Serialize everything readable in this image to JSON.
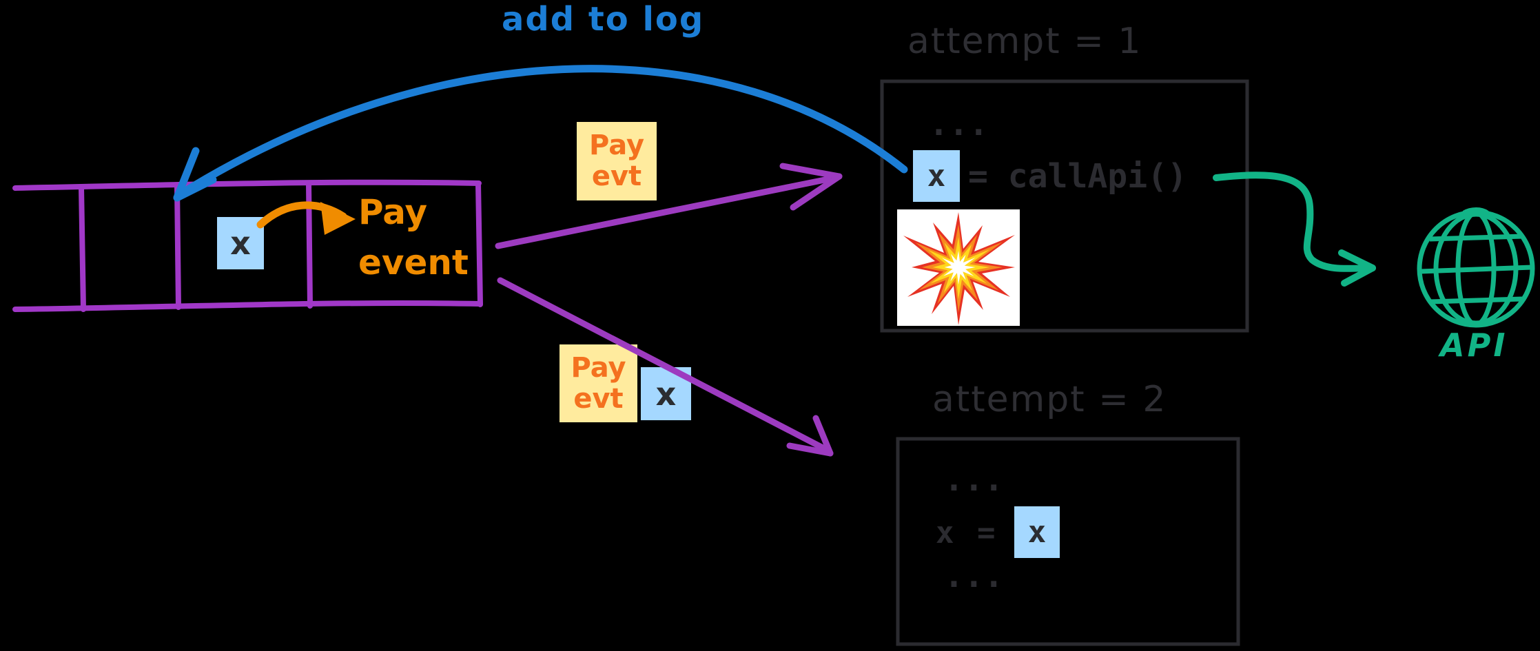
{
  "diagram": {
    "add_to_log_label": "add to log",
    "log": {
      "event_label_line1": "Pay",
      "event_label_line2": "event",
      "x_marker": "x"
    },
    "sticky_top": {
      "line1": "Pay",
      "line2": "evt"
    },
    "sticky_bottom": {
      "line1": "Pay",
      "line2": "evt",
      "x_marker": "x"
    },
    "attempt1": {
      "title": "attempt = 1",
      "dots": "...",
      "x_marker": "x",
      "code": "= callApi()"
    },
    "attempt2": {
      "title": "attempt = 2",
      "dots_top": "...",
      "var_name": "x",
      "equals": "=",
      "x_marker": "x",
      "dots_bottom": "..."
    },
    "api_label": "API"
  },
  "colors": {
    "background": "#000000",
    "log_purple": "#a138c8",
    "arrow_purple": "#9d3bc0",
    "blue": "#1c7ed6",
    "orange": "#f08c00",
    "sticky_yellow": "#ffeb9e",
    "sticky_text_orange": "#f4711f",
    "light_blue_box": "#a5d8ff",
    "dark_ink": "#2b2b30",
    "green": "#12b487",
    "explosion_red": "#e63224",
    "explosion_orange": "#f68a1f",
    "explosion_yellow": "#ffd71c"
  }
}
